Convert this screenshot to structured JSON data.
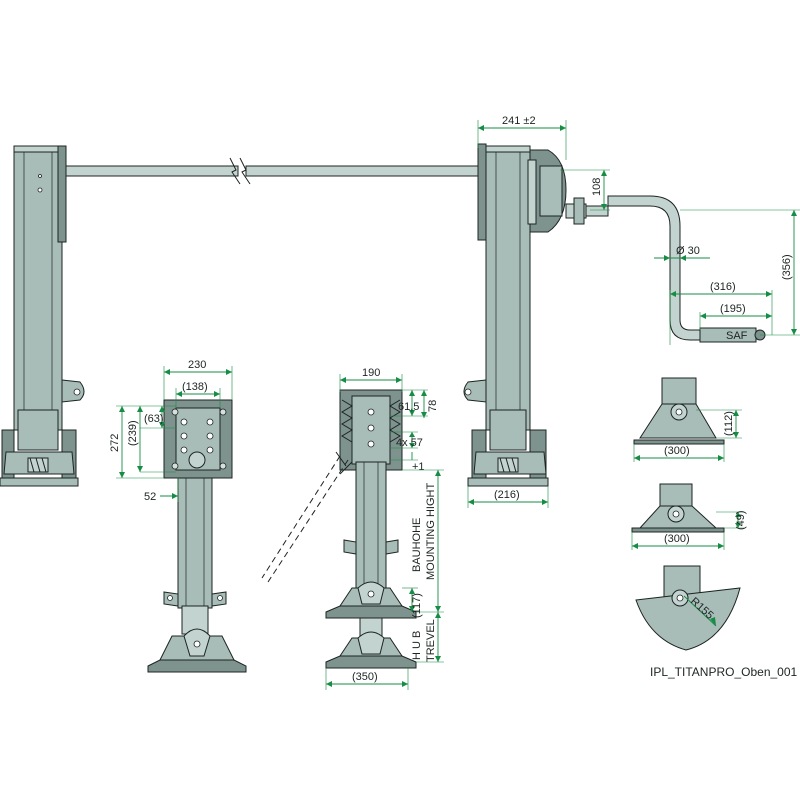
{
  "dimensions": {
    "d_241": "241 ±2",
    "d_108": "108",
    "d_356": "(356)",
    "d_phi30": "Ø 30",
    "d_316": "(316)",
    "d_195": "(195)",
    "d_230": "230",
    "d_138": "(138)",
    "d_63": "(63)",
    "d_239": "(239)",
    "d_272": "272",
    "d_52": "52",
    "d_190": "190",
    "d_61_5": "61,5",
    "d_78": "78",
    "d_4x57": "4x 57",
    "d_plus1": "+1",
    "d_117": "(117)",
    "d_350": "(350)",
    "d_216": "(216)",
    "d_300a": "(300)",
    "d_112": "(112)",
    "d_300b": "(300)",
    "d_49": "(49)",
    "d_r155": "R155"
  },
  "labels": {
    "bauhohe": "BAUHOHE",
    "mounting_height": "MOUNTING HIGHT",
    "hub": "H U B",
    "travel": "TREVEL",
    "brand": "SAF",
    "drawing_id": "IPL_TITANPRO_Oben_001"
  },
  "colors": {
    "part_fill": "#a9bdb8",
    "outline": "#1c2422",
    "dimension_line": "#168c44"
  }
}
